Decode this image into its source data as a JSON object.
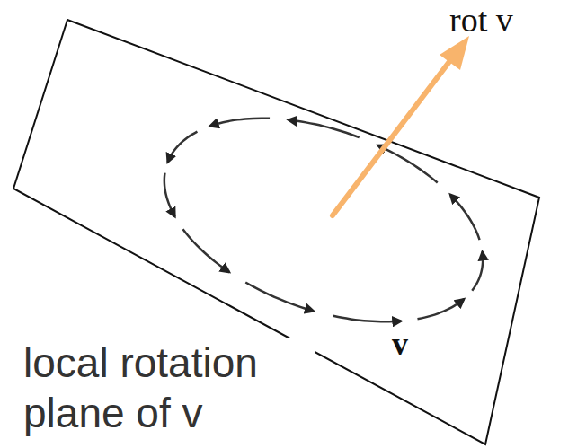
{
  "diagram": {
    "labels": [
      "rot v",
      "v",
      "local rotation plane of v"
    ]
  }
}
